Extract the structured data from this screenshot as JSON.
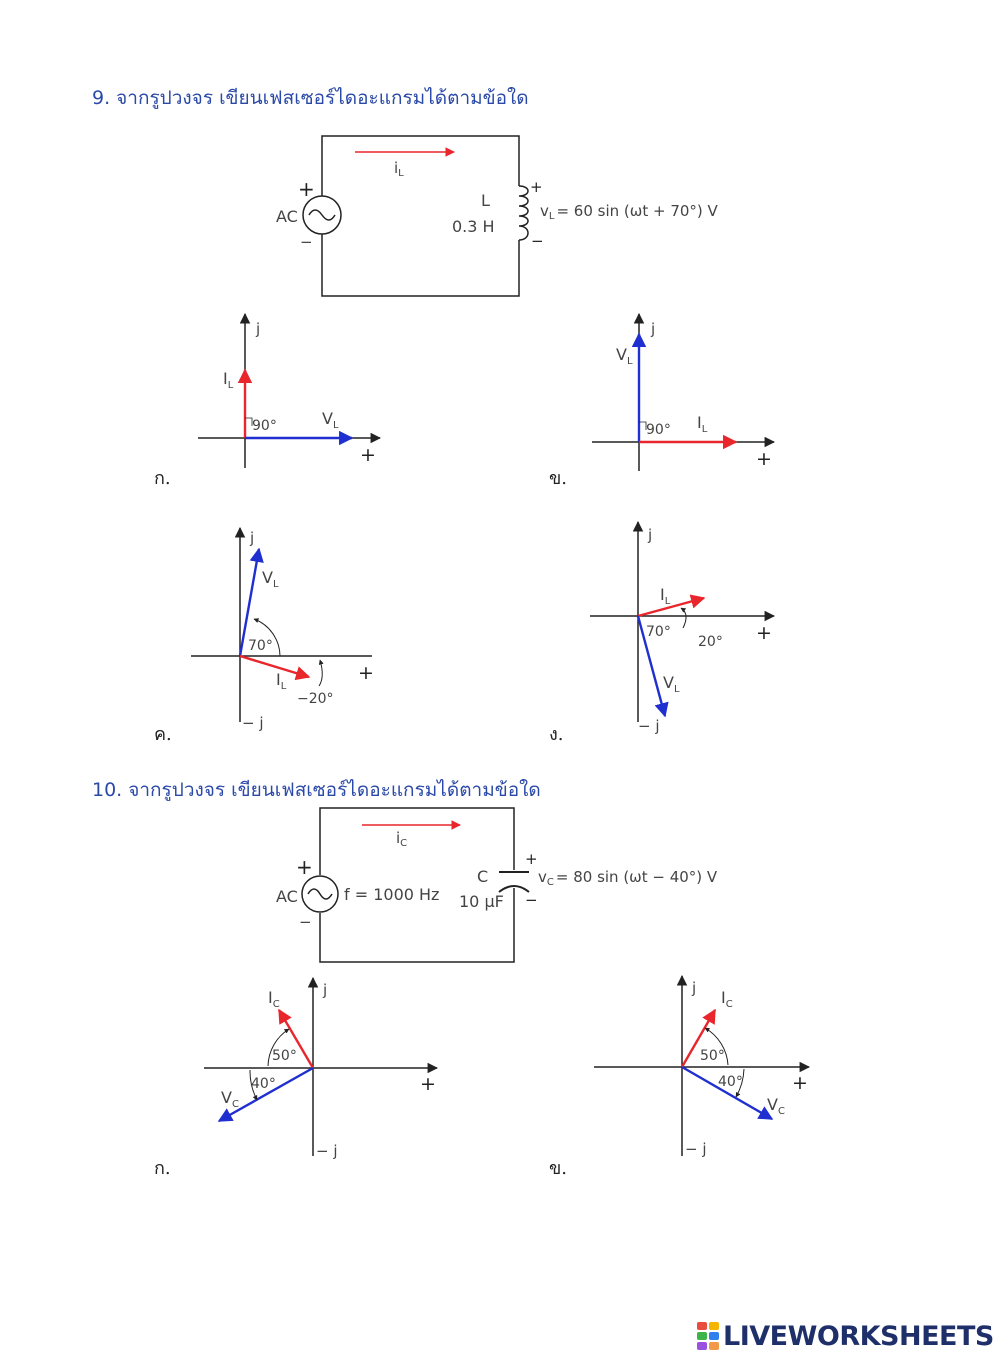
{
  "questions": [
    {
      "title": "9. จากรูปวงจร เขียนเฟสเซอร์ไดอะแกรมได้ตามข้อใด",
      "circuit": {
        "source_label": "AC",
        "plus": "+",
        "minus": "−",
        "current_label": "i",
        "current_sub": "L",
        "element_name": "L",
        "element_value": "0.3 H",
        "element_plus": "+",
        "element_minus": "−",
        "voltage_var": "v",
        "voltage_sub": "L",
        "voltage_expr": "= 60 sin (ωt + 70°) V"
      },
      "options": [
        {
          "letter": "ก.",
          "j": "j",
          "plus": "+",
          "red": "I",
          "red_sub": "L",
          "blue": "V",
          "blue_sub": "L",
          "angle": "90°"
        },
        {
          "letter": "ข.",
          "j": "j",
          "plus": "+",
          "red": "I",
          "red_sub": "L",
          "blue": "V",
          "blue_sub": "L",
          "angle": "90°"
        },
        {
          "letter": "ค.",
          "j": "j",
          "minus_j": "− j",
          "plus": "+",
          "red": "I",
          "red_sub": "L",
          "blue": "V",
          "blue_sub": "L",
          "angle_a": "70°",
          "angle_b": "−20°"
        },
        {
          "letter": "ง.",
          "j": "j",
          "minus_j": "− j",
          "plus": "+",
          "red": "I",
          "red_sub": "L",
          "blue": "V",
          "blue_sub": "L",
          "angle_a": "70°",
          "angle_b": "20°"
        }
      ]
    },
    {
      "title": "10. จากรูปวงจร เขียนเฟสเซอร์ไดอะแกรมได้ตามข้อใด",
      "circuit": {
        "source_label": "AC",
        "plus": "+",
        "minus": "−",
        "freq": "f = 1000 Hz",
        "current_label": "i",
        "current_sub": "C",
        "element_name": "C",
        "element_value": "10 μF",
        "element_plus": "+",
        "element_minus": "−",
        "voltage_var": "v",
        "voltage_sub": "C",
        "voltage_expr": "= 80 sin (ωt − 40°) V"
      },
      "options": [
        {
          "letter": "ก.",
          "j": "j",
          "minus_j": "− j",
          "plus": "+",
          "red": "I",
          "red_sub": "C",
          "blue": "V",
          "blue_sub": "C",
          "angle_a": "50°",
          "angle_b": "40°"
        },
        {
          "letter": "ข.",
          "j": "j",
          "minus_j": "− j",
          "plus": "+",
          "red": "I",
          "red_sub": "C",
          "blue": "V",
          "blue_sub": "C",
          "angle_a": "50°",
          "angle_b": "40°"
        }
      ]
    }
  ],
  "colors": {
    "title": "#2b4aa8",
    "current": "#e8262b",
    "voltage": "#1f2fd0",
    "wire": "#222222",
    "label": "#444444"
  },
  "brand": {
    "name": "LIVEWORKSHEETS"
  }
}
